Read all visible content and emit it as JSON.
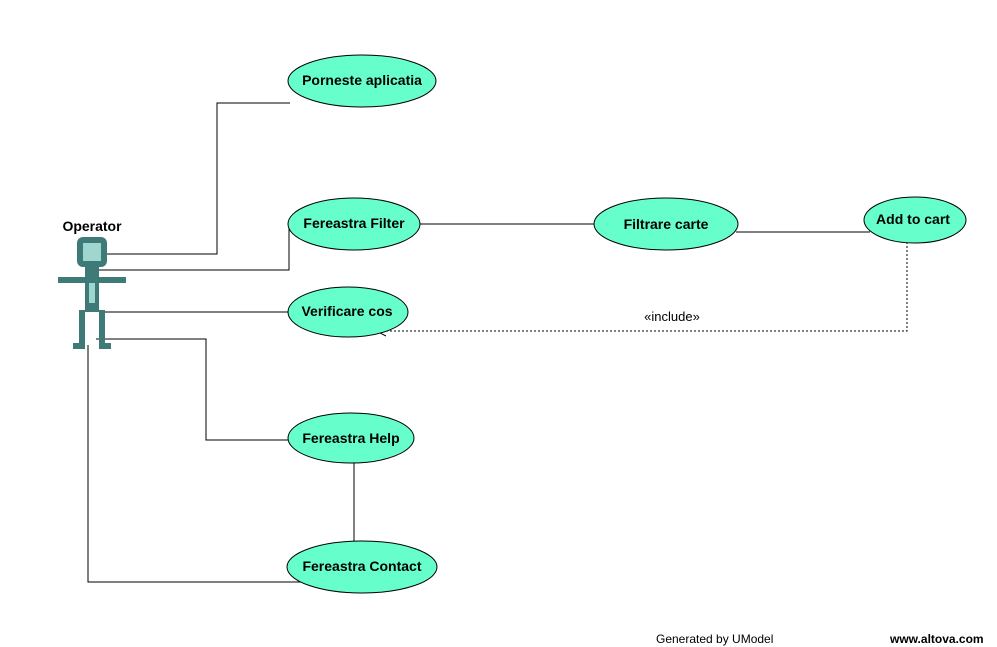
{
  "diagram": {
    "actor": {
      "name": "Operator"
    },
    "use_cases": {
      "porneste": "Porneste aplicatia",
      "filter": "Fereastra Filter",
      "filtrare": "Filtrare carte",
      "add_to_cart": "Add to cart",
      "verificare": "Verificare cos",
      "help": "Fereastra Help",
      "contact": "Fereastra Contact"
    },
    "include_label": "«include»"
  },
  "footer": {
    "generated": "Generated by UModel",
    "site": "www.altova.com"
  },
  "colors": {
    "use_case_fill": "#66ffcc",
    "actor_fill": "#3d7a78",
    "actor_head_inner": "#9fd6cf",
    "line": "#000000"
  }
}
